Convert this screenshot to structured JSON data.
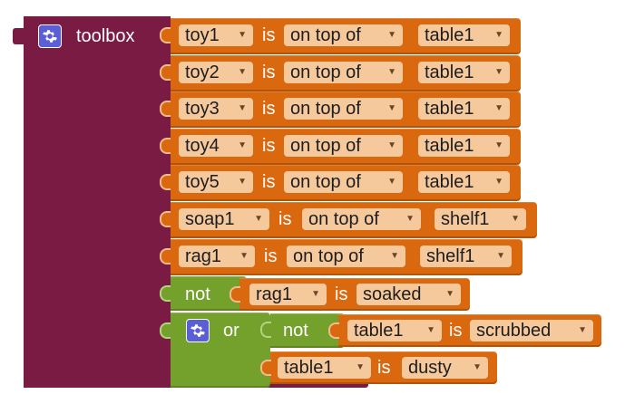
{
  "toolbox": {
    "title": "toolbox",
    "statements": [
      {
        "object": "toy1",
        "relation": "on top of",
        "target": "table1"
      },
      {
        "object": "toy2",
        "relation": "on top of",
        "target": "table1"
      },
      {
        "object": "toy3",
        "relation": "on top of",
        "target": "table1"
      },
      {
        "object": "toy4",
        "relation": "on top of",
        "target": "table1"
      },
      {
        "object": "toy5",
        "relation": "on top of",
        "target": "table1"
      },
      {
        "object": "soap1",
        "relation": "on top of",
        "target": "shelf1"
      },
      {
        "object": "rag1",
        "relation": "on top of",
        "target": "shelf1"
      }
    ],
    "is_word": "is",
    "not_block": {
      "keyword": "not",
      "object": "rag1",
      "state": "soaked"
    },
    "or_block": {
      "keyword": "or",
      "inner_not_keyword": "not",
      "inner_not": {
        "object": "table1",
        "state": "scrubbed"
      },
      "second": {
        "object": "table1",
        "state": "dusty"
      }
    }
  },
  "colors": {
    "container": "#7a1b44",
    "statement_block": "#d9680f",
    "logic_block": "#74a02c",
    "dropdown": "#f6c99d",
    "gear_icon_bg": "#5b5fd6"
  },
  "icons": {
    "gear": "gear-icon",
    "dropdown_arrow": "chevron-down-icon"
  }
}
